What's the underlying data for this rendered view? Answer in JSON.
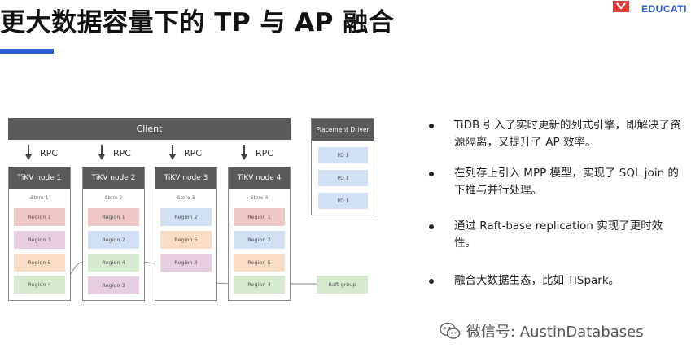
{
  "title": "更大数据容量下的 TP 与 AP 融合",
  "brand": {
    "text": "EDUCATI",
    "accent": "#e53935",
    "blue": "#2a5bd7"
  },
  "diagram": {
    "client": "Client",
    "rpc_label": "RPC",
    "nodes": [
      {
        "name": "TiKV node 1",
        "store": "Store 1",
        "regions": [
          "Region 1",
          "Region 3",
          "Region 5",
          "Region 4"
        ]
      },
      {
        "name": "TiKV node 2",
        "store": "Store 2",
        "regions": [
          "Region 1",
          "Region 2",
          "Region 4",
          "Region 3"
        ]
      },
      {
        "name": "TiKV node 3",
        "store": "Store 3",
        "regions": [
          "Region 2",
          "Region 5",
          "Region 3"
        ]
      },
      {
        "name": "TiKV node 4",
        "store": "Store 4",
        "regions": [
          "Region 1",
          "Region 2",
          "Region 5",
          "Region 4"
        ]
      }
    ],
    "placement_driver": {
      "title": "Placement Driver",
      "items": [
        "PD 1",
        "PD 1",
        "PD 1"
      ]
    },
    "raft_group": "Raft group",
    "region_colors": {
      "Region 1": "#f0c8c8",
      "Region 2": "#d2e0f3",
      "Region 3": "#e6cde0",
      "Region 4": "#d6ead0",
      "Region 5": "#f9dcc4"
    }
  },
  "bullets": [
    "TiDB 引入了实时更新的列式引擎，即解决了资源隔离，又提升了 AP 效率。",
    "在列存上引入 MPP 模型，实现了 SQL join 的下推与并行处理。",
    "通过 Raft-base replication 实现了更时效性。",
    "融合大数据生态，比如 TiSpark。"
  ],
  "watermark": {
    "text": "微信号: AustinDatabases",
    "icon": "wechat-icon"
  }
}
